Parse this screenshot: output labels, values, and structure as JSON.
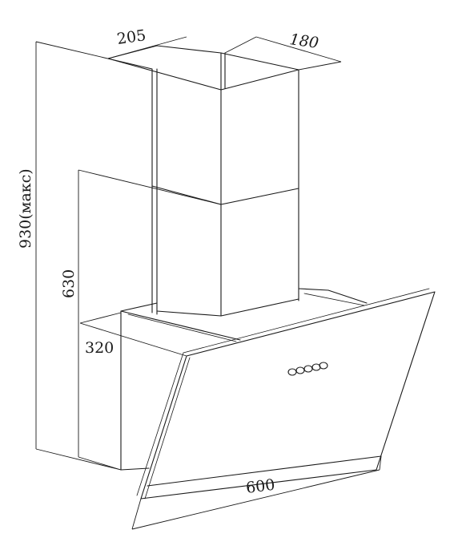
{
  "dimensions": {
    "chimney_width": "205",
    "chimney_depth": "180",
    "max_height": "930(макс)",
    "min_height": "630",
    "hood_depth": "320",
    "hood_width": "600"
  }
}
